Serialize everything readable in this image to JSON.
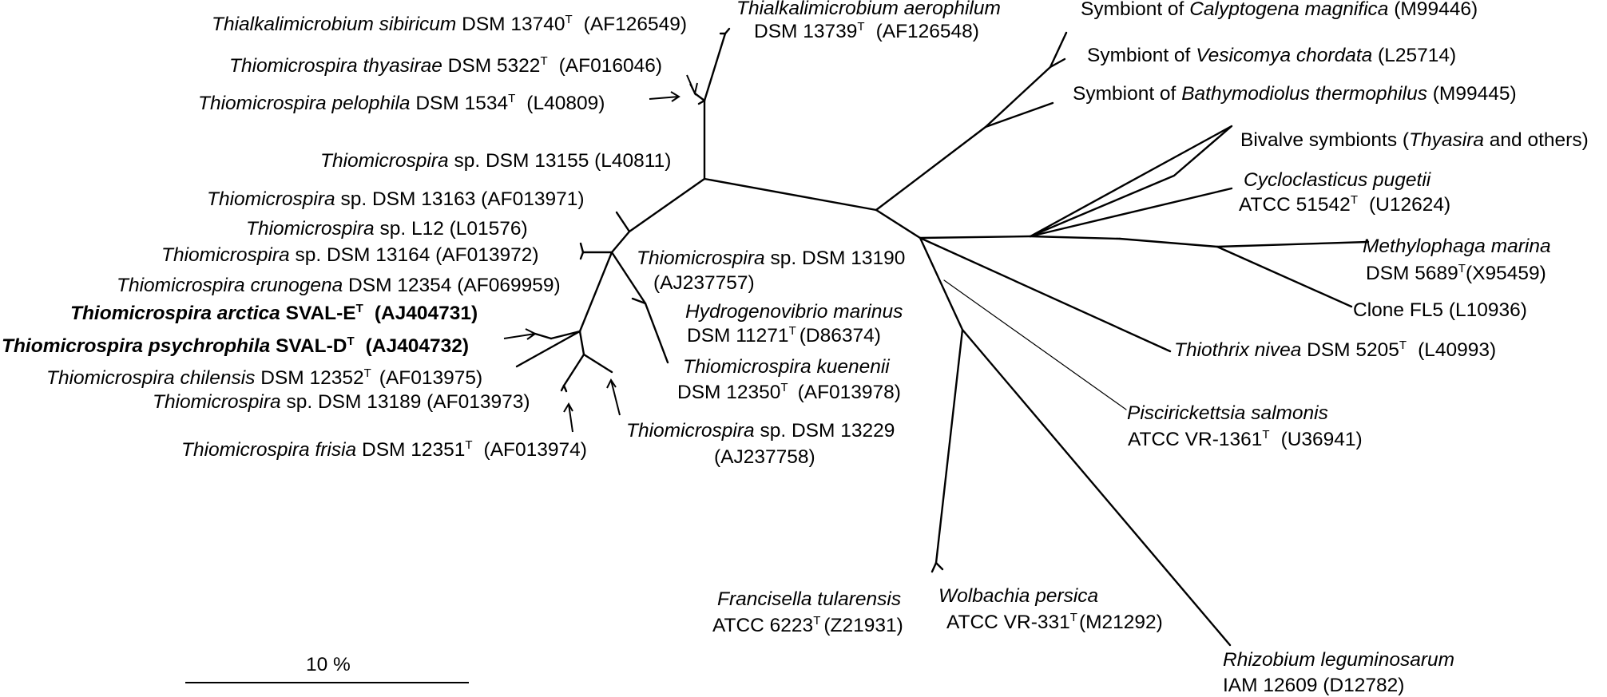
{
  "scale_bar": {
    "label": "10 %"
  },
  "labels": {
    "sibiricum": {
      "italic": "Thialkalimicrobium sibiricum",
      "strain": " DSM 13740",
      "sup": "T",
      "acc": "(AF126549)"
    },
    "aerophilum": {
      "italic": "Thialkalimicrobium aerophilum",
      "strain": "DSM 13739",
      "sup": "T",
      "acc": "(AF126548)"
    },
    "thyasirae": {
      "italic": "Thiomicrospira thyasirae",
      "strain": " DSM 5322",
      "sup": "T",
      "acc": "(AF016046)"
    },
    "pelophila": {
      "italic": "Thiomicrospira pelophila",
      "strain": "  DSM 1534",
      "sup": "T",
      "acc": "(L40809)"
    },
    "sp13155": {
      "italic": "Thiomicrospira",
      "rest": " sp. DSM 13155 (L40811)"
    },
    "sp13163": {
      "italic": "Thiomicrospira",
      "rest": " sp. DSM 13163 (AF013971)"
    },
    "spL12": {
      "italic": "Thiomicrospira",
      "rest": " sp. L12 (L01576)"
    },
    "sp13164": {
      "italic": "Thiomicrospira",
      "rest": " sp. DSM 13164 (AF013972)"
    },
    "crunogena": {
      "italic": "Thiomicrospira crunogena",
      "rest": " DSM 12354  (AF069959)"
    },
    "arctica": {
      "italic": "Thiomicrospira arctica",
      "strain": " SVAL-E",
      "sup": "T",
      "acc": "(AJ404731)"
    },
    "psychrophila": {
      "italic": "Thiomicrospira psychrophila",
      "strain": " SVAL-D",
      "sup": "T",
      "acc": "(AJ404732)"
    },
    "chilensis": {
      "italic": "Thiomicrospira chilensis",
      "strain": "  DSM 12352",
      "sup": "T",
      "acc": "(AF013975)"
    },
    "sp13189": {
      "italic": "Thiomicrospira",
      "rest": " sp. DSM 13189 (AF013973)"
    },
    "frisia": {
      "italic": "Thiomicrospira frisia",
      "strain": " DSM 12351",
      "sup": "T",
      "acc": "(AF013974)"
    },
    "sp13190": {
      "italic": "Thiomicrospira",
      "rest": " sp. DSM 13190",
      "line2": "(AJ237757)"
    },
    "hydrogenovibrio": {
      "italic": "Hydrogenovibrio marinus",
      "strain": "DSM 11271",
      "sup": "T",
      "acc": "(D86374)"
    },
    "kuenenii": {
      "italic": "Thiomicrospira kuenenii",
      "strain": "DSM 12350",
      "sup": "T",
      "acc": "(AF013978)"
    },
    "sp13229": {
      "italic": "Thiomicrospira",
      "rest": " sp. DSM 13229",
      "line2": "(AJ237758)"
    },
    "calyptogena": {
      "pre": "Symbiont of ",
      "italic": "Calyptogena magnifica",
      "acc": " (M99446)"
    },
    "vesicomya": {
      "pre": "Symbiont of ",
      "italic": "Vesicomya chordata",
      "acc": " (L25714)"
    },
    "bathymodiolus": {
      "pre": "Symbiont of ",
      "italic": "Bathymodiolus thermophilus",
      "acc": " (M99445)"
    },
    "bivalve": {
      "pre": "Bivalve symbionts (",
      "italic": "Thyasira",
      "acc": " and others)"
    },
    "cycloclasticus": {
      "italic": "Cycloclasticus pugetii",
      "strain": "ATCC 51542",
      "sup": "T",
      "acc": "(U12624)"
    },
    "methylophaga": {
      "italic": "Methylophaga marina",
      "strain": "DSM 5689",
      "sup": "T",
      "acc": "(X95459)"
    },
    "clonefl5": {
      "text": "Clone FL5 (L10936)"
    },
    "thiothrix": {
      "italic": "Thiothrix nivea",
      "strain": " DSM 5205",
      "sup": "T",
      "acc": "(L40993)"
    },
    "piscirickettsia": {
      "italic": "Piscirickettsia salmonis",
      "strain": "ATCC VR-1361",
      "sup": "T",
      "acc": "(U36941)"
    },
    "francisella": {
      "italic": "Francisella tularensis",
      "strain": "ATCC 6223",
      "sup": "T",
      "acc": "(Z21931)"
    },
    "wolbachia": {
      "italic": "Wolbachia persica",
      "strain": "ATCC VR-331",
      "sup": "T",
      "acc": "(M21292)"
    },
    "rhizobium": {
      "italic": "Rhizobium leguminosarum",
      "line2": "IAM 12609 (D12782)"
    }
  }
}
